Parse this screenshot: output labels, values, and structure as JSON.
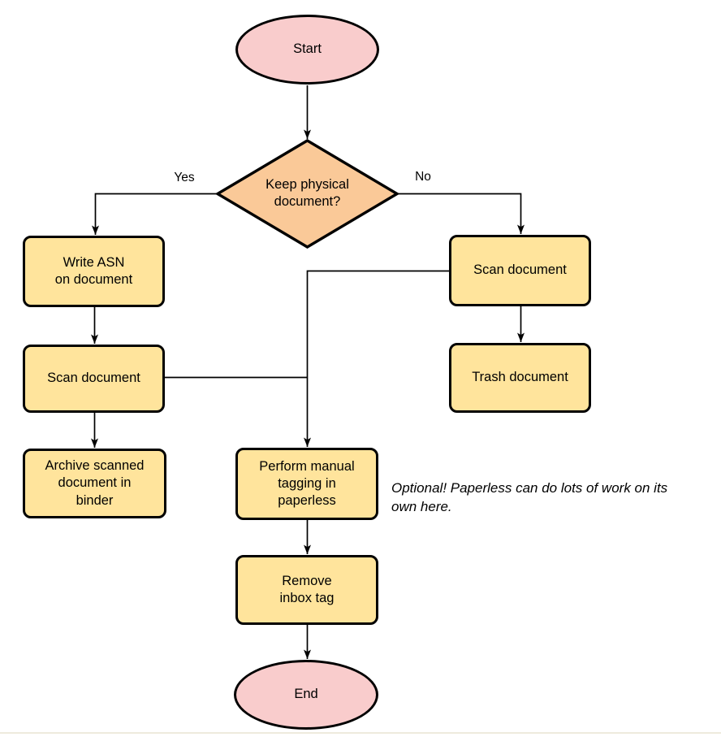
{
  "colors": {
    "terminator_fill": "#F9CCCC",
    "decision_fill": "#FAC998",
    "process_fill": "#FFE49C",
    "node_stroke": "#000000",
    "edge_stroke": "#000000",
    "bottom_rule": "#eeeadd"
  },
  "nodes": {
    "start": {
      "label": "Start",
      "type": "terminator"
    },
    "decision": {
      "label": "Keep physical\ndocument?",
      "type": "decision"
    },
    "write_asn": {
      "label": "Write ASN\non document",
      "type": "process"
    },
    "scan_left": {
      "label": "Scan document",
      "type": "process"
    },
    "archive": {
      "label": "Archive scanned\ndocument in\nbinder",
      "type": "process"
    },
    "scan_right": {
      "label": "Scan document",
      "type": "process"
    },
    "trash": {
      "label": "Trash document",
      "type": "process"
    },
    "perform_tagging": {
      "label": "Perform manual\ntagging in\npaperless",
      "type": "process"
    },
    "remove_inbox": {
      "label": "Remove\ninbox tag",
      "type": "process"
    },
    "end": {
      "label": "End",
      "type": "terminator"
    }
  },
  "edge_labels": {
    "yes": "Yes",
    "no": "No"
  },
  "annotation": {
    "text": "Optional! Paperless can do lots of work on its own here."
  }
}
